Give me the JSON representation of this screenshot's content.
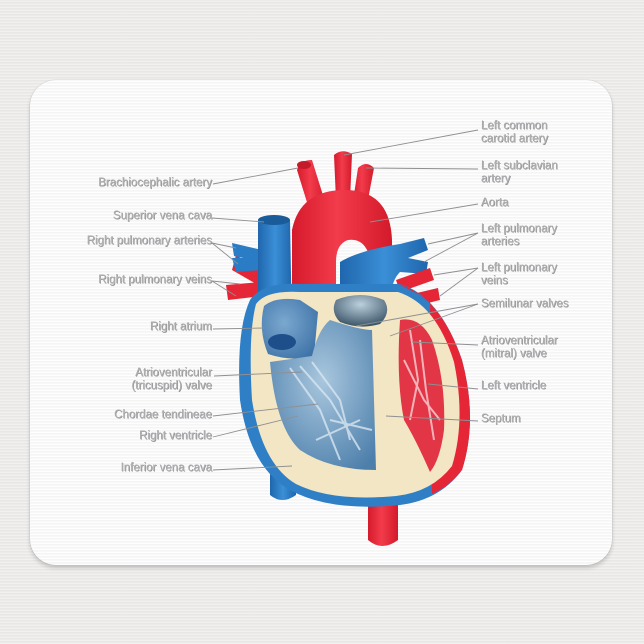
{
  "product": {
    "type": "mousepad",
    "title": "Human heart anatomy diagram"
  },
  "colors": {
    "artery_red": "#ee2a3b",
    "vein_blue": "#2f7fc6",
    "wall_cream": "#f3e6c4",
    "label_gray": "#a9a9ab",
    "pad_white": "#f8f8f9"
  },
  "labels_left": [
    {
      "id": "brachiocephalic",
      "text": "Brachiocephalic artery"
    },
    {
      "id": "svc",
      "text": "Superior vena cava"
    },
    {
      "id": "rpa",
      "text": "Right pulmonary arteries"
    },
    {
      "id": "rpv",
      "text": "Right pulmonary veins"
    },
    {
      "id": "ra",
      "text": "Right atrium"
    },
    {
      "id": "tricuspid1",
      "text": "Atrioventricular"
    },
    {
      "id": "tricuspid2",
      "text": "(tricuspid) valve"
    },
    {
      "id": "chordae",
      "text": "Chordae tendineae"
    },
    {
      "id": "rv",
      "text": "Right ventricle"
    },
    {
      "id": "ivc",
      "text": "Inferior vena cava"
    }
  ],
  "labels_right": [
    {
      "id": "lcca1",
      "text": "Left common"
    },
    {
      "id": "lcca2",
      "text": "carotid artery"
    },
    {
      "id": "lsa1",
      "text": "Left subclavian"
    },
    {
      "id": "lsa2",
      "text": "artery"
    },
    {
      "id": "aorta",
      "text": "Aorta"
    },
    {
      "id": "lpa1",
      "text": "Left pulmonary"
    },
    {
      "id": "lpa2",
      "text": "arteries"
    },
    {
      "id": "lpv1",
      "text": "Left pulmonary"
    },
    {
      "id": "lpv2",
      "text": "veins"
    },
    {
      "id": "semilunar",
      "text": "Semilunar valves"
    },
    {
      "id": "mitral1",
      "text": "Atrioventricular"
    },
    {
      "id": "mitral2",
      "text": "(mitral) valve"
    },
    {
      "id": "lv",
      "text": "Left ventricle"
    },
    {
      "id": "septum",
      "text": "Septum"
    }
  ]
}
